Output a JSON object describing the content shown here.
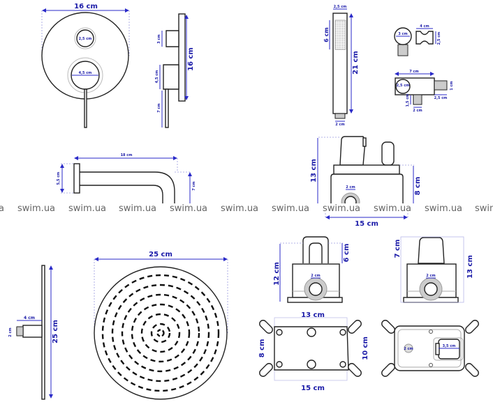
{
  "watermark": "swim.ua",
  "colors": {
    "dimension": "#1a1aa8",
    "outline": "#222222",
    "watermark": "#666666"
  },
  "mixer_front": {
    "width": "16 cm",
    "small_knob": "2,5 cm",
    "large_knob": "4,5 cm"
  },
  "mixer_side": {
    "height": "16 cm",
    "upper": "3 cm",
    "lower": "4,5 cm",
    "lever": "7 cm"
  },
  "spout": {
    "length": "18 cm",
    "plate": "5,5 cm",
    "drop": "7 cm"
  },
  "hand_shower": {
    "width": "2,5 cm",
    "spray": "6 cm",
    "length": "21 cm",
    "connector": "2 cm"
  },
  "holder": {
    "width": "4 cm",
    "height": "2,5 cm",
    "ring": "3 cm"
  },
  "outlet_elbow": {
    "width": "7 cm",
    "ring": "2,5 cm",
    "thread_d": "1 cm",
    "thread_len": "2,5 cm",
    "bottom_len": "1,5 cm",
    "bottom_d": "2 cm"
  },
  "valve_box": {
    "height": "13 cm",
    "body": "8 cm",
    "width": "15 cm",
    "outlet": "2 cm"
  },
  "shower_arm": {
    "length": "4 cm",
    "diameter": "2 cm",
    "plate": "25 cm"
  },
  "shower_head": {
    "diameter": "25 cm"
  },
  "box_a": {
    "height": "12 cm",
    "top": "6 cm",
    "outlet": "2 cm"
  },
  "box_b": {
    "top": "7 cm",
    "height": "13 cm",
    "outlet": "2 cm"
  },
  "plate_a": {
    "inner_width": "13 cm",
    "inner_height": "8 cm",
    "outer_height": "10 cm",
    "outer_width": "15 cm"
  },
  "plate_b": {
    "outlet": "2 cm",
    "square": "3,5 cm"
  }
}
